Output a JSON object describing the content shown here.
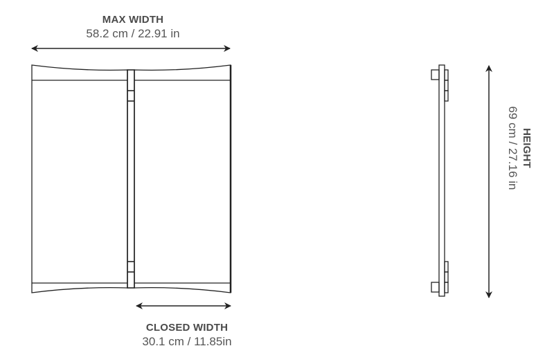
{
  "diagram": {
    "max_width": {
      "title": "MAX WIDTH",
      "value": "58.2 cm / 22.91 in"
    },
    "closed_width": {
      "title": "CLOSED WIDTH",
      "value": "30.1 cm / 11.85in"
    },
    "height": {
      "title": "HEIGHT",
      "value": "69 cm / 27.16 in"
    },
    "colors": {
      "line": "#222222",
      "title_text": "#4a4a4a",
      "value_text": "#555555"
    }
  }
}
